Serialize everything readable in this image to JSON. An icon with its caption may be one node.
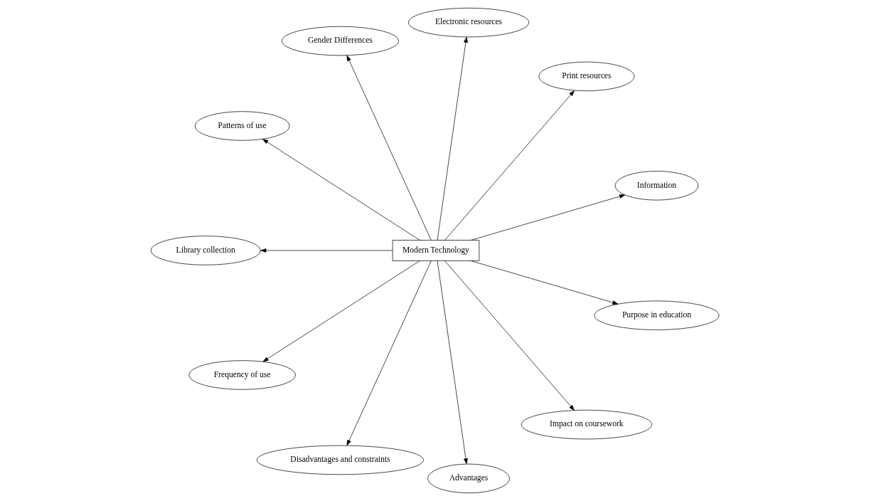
{
  "diagram": {
    "nodes": [
      {
        "text": [
          "Modern Technology"
        ]
      },
      {
        "text": [
          "Information"
        ]
      },
      {
        "text": [
          "Print resources"
        ]
      },
      {
        "text": [
          "Electronic resources"
        ]
      },
      {
        "text": [
          "Gender Differences"
        ]
      },
      {
        "text": [
          "Patterns of use"
        ]
      },
      {
        "text": [
          "Library collection"
        ]
      },
      {
        "text": [
          "Frequency of use"
        ]
      },
      {
        "text": [
          "Disadvantages and constraints"
        ]
      },
      {
        "text": [
          "Advantages"
        ]
      },
      {
        "text": [
          "Impact on coursework"
        ]
      },
      {
        "text": [
          "Purpose in education"
        ]
      }
    ],
    "edges": [
      {
        "from": 0,
        "to": 1,
        "arrow": "to"
      },
      {
        "from": 0,
        "to": 2,
        "arrow": "to"
      },
      {
        "from": 0,
        "to": 3,
        "arrow": "to"
      },
      {
        "from": 0,
        "to": 4,
        "arrow": "to"
      },
      {
        "from": 0,
        "to": 5,
        "arrow": "to"
      },
      {
        "from": 0,
        "to": 6,
        "arrow": "to"
      },
      {
        "from": 0,
        "to": 7,
        "arrow": "to"
      },
      {
        "from": 0,
        "to": 8,
        "arrow": "to"
      },
      {
        "from": 0,
        "to": 9,
        "arrow": "to"
      },
      {
        "from": 0,
        "to": 10,
        "arrow": "to"
      },
      {
        "from": 0,
        "to": 11,
        "arrow": "to"
      }
    ]
  }
}
